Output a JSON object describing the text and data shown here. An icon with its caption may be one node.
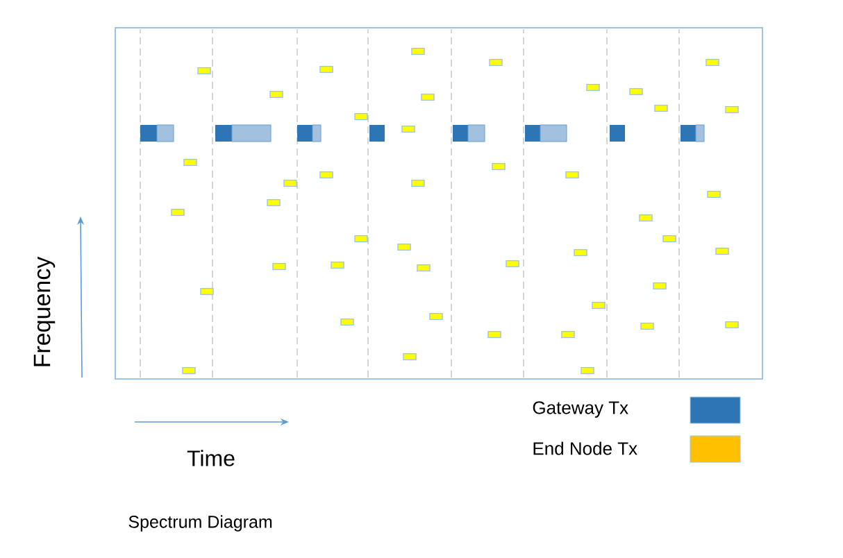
{
  "diagram": {
    "caption": "Spectrum Diagram",
    "labels": [
      "Frequency",
      "Time"
    ],
    "legend": [
      {
        "text": "Gateway Tx",
        "color": "#2e75b6"
      },
      {
        "text": "End Node Tx",
        "color": "#ffc000"
      }
    ]
  }
}
